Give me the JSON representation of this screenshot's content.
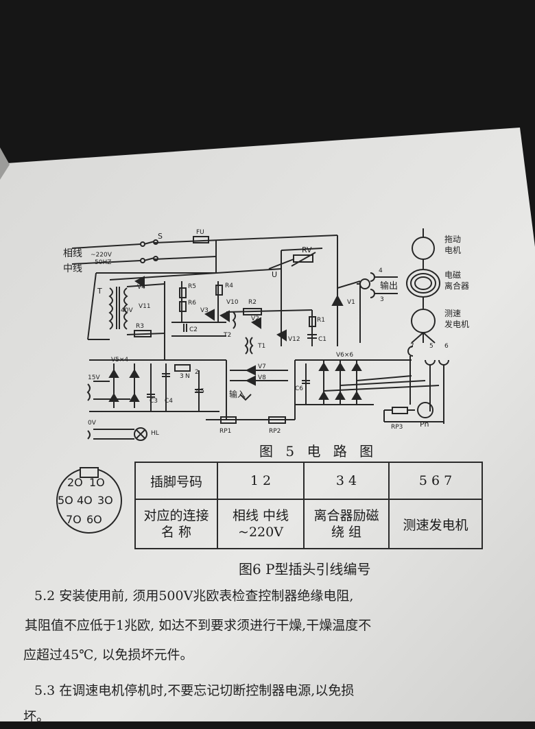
{
  "diagram": {
    "line_phase": "相线",
    "line_neutral": "中线",
    "voltage": "~220V",
    "frequency": "50HZ",
    "switch": "S",
    "fuse": "FU",
    "varistor": "RV",
    "u_label": "U",
    "motor_drive": "拖动",
    "motor_drive2": "电机",
    "clutch1": "电磁",
    "clutch2": "离合器",
    "tach1": "测速",
    "tach2": "发电机",
    "output": "输出",
    "input": "输入",
    "t_label": "T",
    "v40": "40V",
    "v15": "15V",
    "v0": "0V",
    "components": [
      "V4",
      "V11",
      "R3",
      "R5",
      "R6",
      "R4",
      "V10",
      "V3",
      "C2",
      "R2",
      "V2",
      "R1",
      "V1",
      "T1",
      "T2",
      "V12",
      "C1",
      "V7",
      "V8",
      "V5×4",
      "V6×6",
      "C3",
      "C4",
      "C5",
      "C6",
      "3",
      "N",
      "2",
      "RP1",
      "RP2",
      "RP3",
      "Pn",
      "HL",
      "4",
      "3",
      "7",
      "5",
      "6"
    ],
    "fig_caption": "图  5 电  路  图"
  },
  "connector": {
    "pins": [
      "2O",
      "1O",
      "5O",
      "4O",
      "3O",
      "7O",
      "6O"
    ]
  },
  "pin_table": {
    "header_label": "插脚号码",
    "header_values": [
      "1  2",
      "3  4",
      "5  6  7"
    ],
    "row_label": "对应的连接名  称",
    "row_values": [
      "相线  中线 ~220V",
      "离合器励磁绕  组",
      "测速发电机"
    ]
  },
  "fig6_caption": "图6 P型插头引线编号",
  "paragraphs": [
    "5.2 安装使用前, 须用500V兆欧表检查控制器绝缘电阻,",
    "其阻值不应低于1兆欧, 如达不到要求须进行干燥,干燥温度不",
    "应超过45℃, 以免损坏元件。",
    "5.3 在调速电机停机时,不要忘记切断控制器电源,以免损",
    "坏。"
  ]
}
